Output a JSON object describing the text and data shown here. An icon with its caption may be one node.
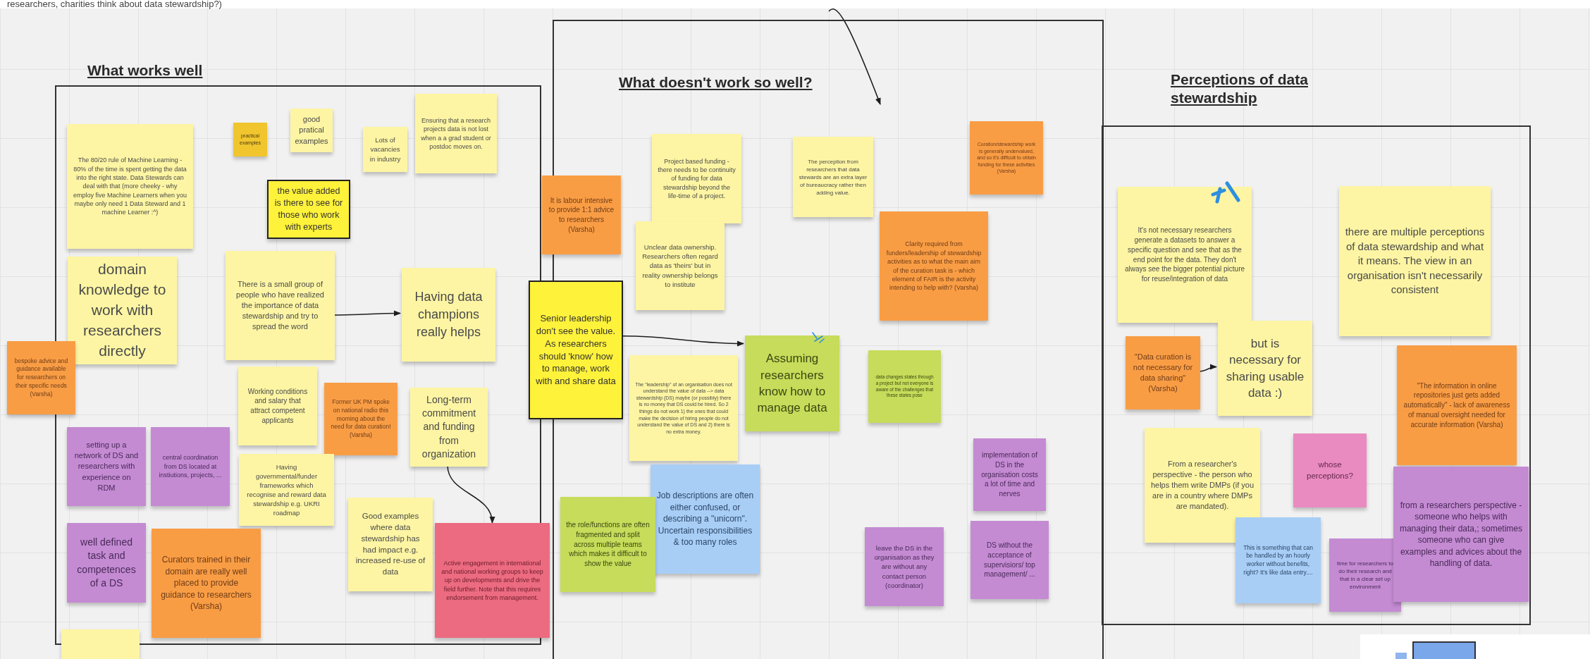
{
  "diagram": {
    "nodes": [
      {
        "text": [
          "What works well"
        ]
      },
      {
        "text": [
          "The 80/20 rule of Machine Learning - 80% of the time is spent getting the data into the right state. Data Stewards can deal with that (more cheeky - why employ five Machine Learners when you maybe only need 1 Data Steward and 1 machine Learner :^)"
        ],
        "in": 0
      },
      {
        "text": [
          "practical examples"
        ],
        "in": 0
      },
      {
        "text": [
          "good pratical examples"
        ],
        "in": 0
      },
      {
        "text": [
          "Lots of vacancies in industry"
        ],
        "in": 0
      },
      {
        "text": [
          "Ensuring that a research projects data is not lost when a a grad student or postdoc moves on."
        ],
        "in": 0
      },
      {
        "text": [
          "the value added is there to see for those who work with experts"
        ],
        "in": 0
      },
      {
        "text": [
          "domain knowledge to work with researchers directly"
        ],
        "in": 0
      },
      {
        "text": [
          "There is a small group of people who have realized the importance of data stewardship and try to spread the word"
        ],
        "in": 0
      },
      {
        "text": [
          "Having data champions really helps"
        ],
        "in": 0
      },
      {
        "text": [
          "bespoke advice and guidance available for researchers on their specific needs (Varsha)"
        ]
      },
      {
        "text": [
          "Working conditions and salary that attract competent applicants"
        ],
        "in": 0
      },
      {
        "text": [
          "Former UK PM spoke on national radio this morning about the need for data curation! (Varsha)"
        ],
        "in": 0
      },
      {
        "text": [
          "Long-term commitment and funding from organization"
        ],
        "in": 0
      },
      {
        "text": [
          "setting up a network of DS and researchers with experience on RDM"
        ],
        "in": 0
      },
      {
        "text": [
          "central coordination from DS located at instiutions, projects, ..."
        ],
        "in": 0
      },
      {
        "text": [
          "Having governmental/funder frameworks which recognise and reward data stewardship e.g. UKRI roadmap"
        ],
        "in": 0
      },
      {
        "text": [
          "Good examples where data stewardship has had impact e.g. increased re-use of data"
        ],
        "in": 0
      },
      {
        "text": [
          "Active engagement in international and national working groups to keep up on developments and drive the field further. Note that this requires endorsement from management."
        ]
      },
      {
        "text": [
          "well defined task and competences of a DS"
        ],
        "in": 0
      },
      {
        "text": [
          "Curators trained in their domain are really well placed to provide guidance to researchers (Varsha)"
        ],
        "in": 0
      },
      {
        "text": [],
        "shape": "box"
      },
      {
        "text": [
          "What doesn't work so well?"
        ]
      },
      {
        "text": [
          "It is labour intensive to provide 1:1 advice to researchers (Varsha)"
        ]
      },
      {
        "text": [
          "Project based funding - there needs to be continuity of funding for data stewardship beyond the life-time of a project."
        ],
        "in": 22
      },
      {
        "text": [
          "Unclear data ownership. Researchers often regard data as 'theirs' but in reality ownership belongs to institute"
        ],
        "in": 22
      },
      {
        "text": [
          "The perception from researchers that data stewards are an extra layer of bureaucracy rather then adding value."
        ],
        "in": 22
      },
      {
        "text": [
          "Curation/stewardship work is generally undervalued, and so it's difficult to obtain funding for these activities (Varsha)"
        ],
        "in": 22
      },
      {
        "text": [
          "Clarity required from funders/leadership of stewardship activities as to what the main aim of the curation task is - which element of FAIR is the activity intending to help with? (Varsha)"
        ],
        "in": 22
      },
      {
        "text": [
          "Senior leadership don't see the value. As researchers should 'know' how to manage, work with and share data"
        ]
      },
      {
        "text": [
          "The \"leadership\" of an organisation does not understand the value of data --> data stewardship (DS) maybe (or possibly) there is no money that DS could be hired. So 2 things do not work 1) the ones that could make the decision of hiring people do not understand the value of DS and 2) there is no extra money."
        ],
        "in": 22
      },
      {
        "text": [
          "Assuming researchers know how to manage data"
        ],
        "in": 22
      },
      {
        "text": [
          "data changes states through a project but not everyone is aware of the challenges that these states pose"
        ],
        "in": 22
      },
      {
        "text": [
          "Job descriptions are often either confused, or describing a \"unicorn\". Uncertain responsibilities & too many roles"
        ],
        "in": 22
      },
      {
        "text": [
          "the role/functions are often fragmented and split across multiple teams which makes it difficult to show the value"
        ],
        "in": 22
      },
      {
        "text": [
          "implementation of DS in the organisation costs a lot of time and nerves"
        ],
        "in": 22
      },
      {
        "text": [
          "leave the DS in the organisation as they are without any contact person (coordinator)"
        ],
        "in": 22
      },
      {
        "text": [
          "DS without the acceptance of supervisiors/ top management/ ..."
        ],
        "in": 22
      },
      {
        "text": [
          "Perceptions of data stewardship"
        ]
      },
      {
        "text": [
          "It's not necessary researchers generate a datasets to answer a specific question and see that as the end point for the data. They don't always see the bigger potential picture for reuse/integration of data"
        ],
        "in": 38
      },
      {
        "text": [
          "there are multiple perceptions of data stewardship and what it means. The view in an organisation isn't necessarily consistent"
        ],
        "in": 38
      },
      {
        "text": [
          "\"Data curation is not necessary for data sharing\" (Varsha)"
        ],
        "in": 38
      },
      {
        "text": [
          "but is necessary for sharing usable data :)"
        ],
        "in": 38
      },
      {
        "text": [
          "From a researcher's perspective - the person who helps them write DMPs (if you are in a country where DMPs are mandated)."
        ],
        "in": 38
      },
      {
        "text": [
          "whose perceptions?"
        ],
        "in": 38
      },
      {
        "text": [
          "\"The information in online repositories just gets added automatically\" - lack of awareness of manual oversight needed for accurate information (Varsha)"
        ],
        "in": 38
      },
      {
        "text": [
          "This is something that can be handled by an hourly worker without benefits, right? It's like data entry...."
        ],
        "in": 38
      },
      {
        "text": [
          "time for researchers to do their research and that in a clear set up environment"
        ],
        "in": 38
      },
      {
        "text": [
          "from a researchers perspective - someone who helps with managing their data,; sometimes someone who can give examples and advices about the handling of data."
        ],
        "in": 38
      }
    ],
    "edges": [
      {
        "from": 8,
        "to": 9,
        "arrow": "to"
      },
      {
        "from": 13,
        "to": 18,
        "arrow": "to"
      },
      {
        "from": 29,
        "to": 31,
        "arrow": "to"
      },
      {
        "from": 41,
        "to": 42,
        "arrow": "to"
      }
    ],
    "labels": [
      "researchers, charities think about data stewardship?)"
    ]
  }
}
